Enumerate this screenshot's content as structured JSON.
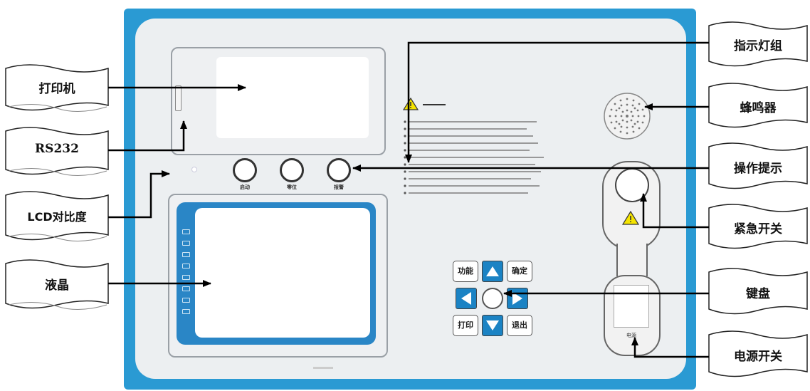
{
  "callouts_left": [
    {
      "id": "printer",
      "label": "打印机"
    },
    {
      "id": "rs232",
      "label": "RS232"
    },
    {
      "id": "lcd-contrast",
      "label": "LCD对比度"
    },
    {
      "id": "lcd",
      "label": "液晶"
    }
  ],
  "callouts_right": [
    {
      "id": "indicator-lights",
      "label": "指示灯组"
    },
    {
      "id": "buzzer",
      "label": "蜂鸣器"
    },
    {
      "id": "operation-tips",
      "label": "操作提示"
    },
    {
      "id": "emergency-switch",
      "label": "紧急开关"
    },
    {
      "id": "keypad",
      "label": "键盘"
    },
    {
      "id": "power-switch",
      "label": "电源开关"
    }
  ],
  "lamps": [
    "启动",
    "零位",
    "报警"
  ],
  "keypad": {
    "function": "功能",
    "confirm": "确定",
    "print": "打印",
    "exit": "退出"
  },
  "power_label": "电源",
  "colors": {
    "panel_frame": "#2a9ad3",
    "panel_face": "#eceff1",
    "lcd_bezel": "#2a86c6",
    "arrow_key": "#1b83c4",
    "warning_yellow": "#f5e400"
  }
}
